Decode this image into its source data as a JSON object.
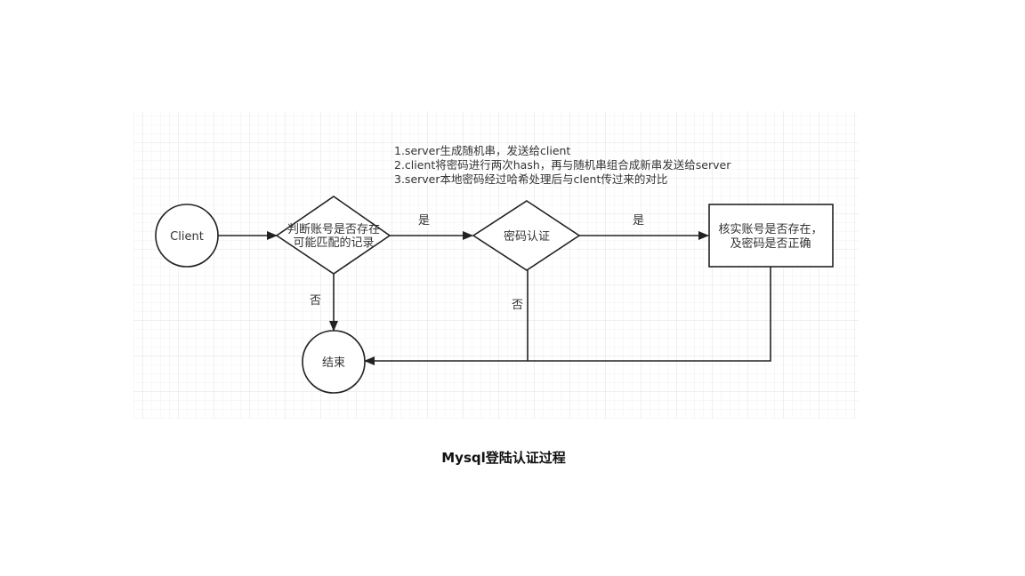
{
  "diagram": {
    "notes": [
      "1.server生成随机串，发送给client",
      "2.client将密码进行两次hash，再与随机串组合成新串发送给server",
      "3.server本地密码经过哈希处理后与clent传过来的对比"
    ],
    "nodes": {
      "client": "Client",
      "check_account_line1": "判断账号是否存在",
      "check_account_line2": "可能匹配的记录",
      "password_auth": "密码认证",
      "verify_line1": "核实账号是否存在，",
      "verify_line2": "及密码是否正确",
      "end": "结束"
    },
    "edges": {
      "yes_1": "是",
      "yes_2": "是",
      "no_1": "否",
      "no_2": "否"
    },
    "caption": "Mysql登陆认证过程"
  }
}
